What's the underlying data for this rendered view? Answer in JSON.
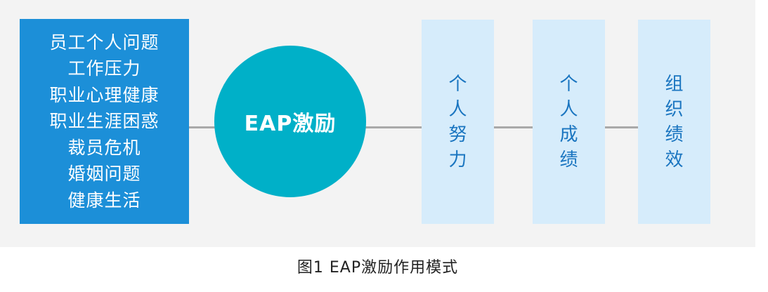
{
  "diagram": {
    "factors": [
      "员工个人问题",
      "工作压力",
      "职业心理健康",
      "职业生涯困惑",
      "裁员危机",
      "婚姻问题",
      "健康生活"
    ],
    "center_label": "EAP激励",
    "outcomes": [
      {
        "chars": [
          "个",
          "人",
          "努",
          "力"
        ]
      },
      {
        "chars": [
          "个",
          "人",
          "成",
          "绩"
        ]
      },
      {
        "chars": [
          "组",
          "织",
          "绩",
          "效"
        ]
      }
    ],
    "caption": "图1   EAP激励作用模式"
  },
  "colors": {
    "panel_background": "#f3f3f3",
    "factors_box": "#1c8fd8",
    "center_circle": "#00b0c8",
    "outcome_box": "#d6ecfb",
    "outcome_text": "#1a75c0",
    "connector": "#a9a9a9"
  }
}
